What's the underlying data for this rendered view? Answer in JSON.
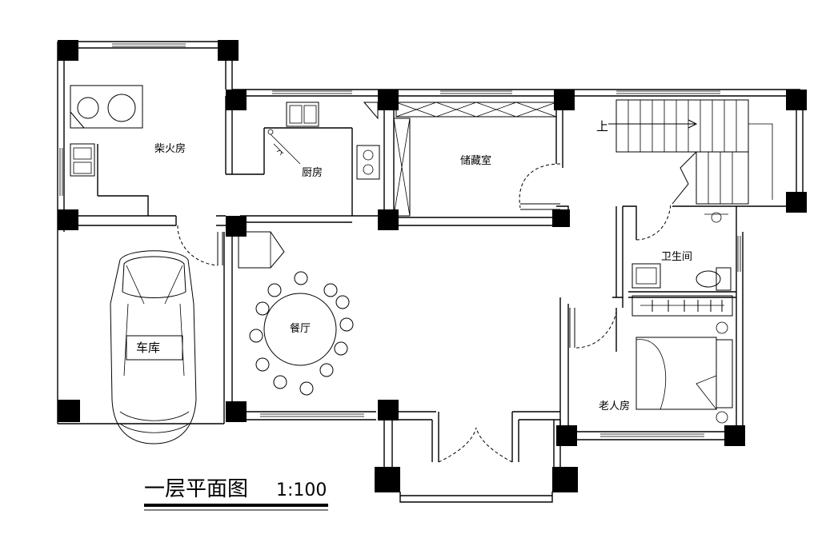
{
  "drawing": {
    "title": "一层平面图",
    "scale": "1:100"
  },
  "rooms": {
    "firewood_room": "柴火房",
    "kitchen": "厨房",
    "storage_room": "储藏室",
    "garage": "车库",
    "dining_room": "餐厅",
    "bathroom": "卫生间",
    "elder_room": "老人房"
  },
  "stair": {
    "direction_label": "上"
  }
}
